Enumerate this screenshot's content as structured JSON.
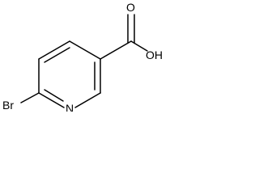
{
  "molecule": {
    "atoms": {
      "bromine": "Br",
      "nitrogen": "N",
      "carbonyl_oxygen": "O",
      "hydroxyl": "OH"
    },
    "colors": {
      "bond": "#000000",
      "label": "#000000",
      "background": "#ffffff"
    }
  }
}
